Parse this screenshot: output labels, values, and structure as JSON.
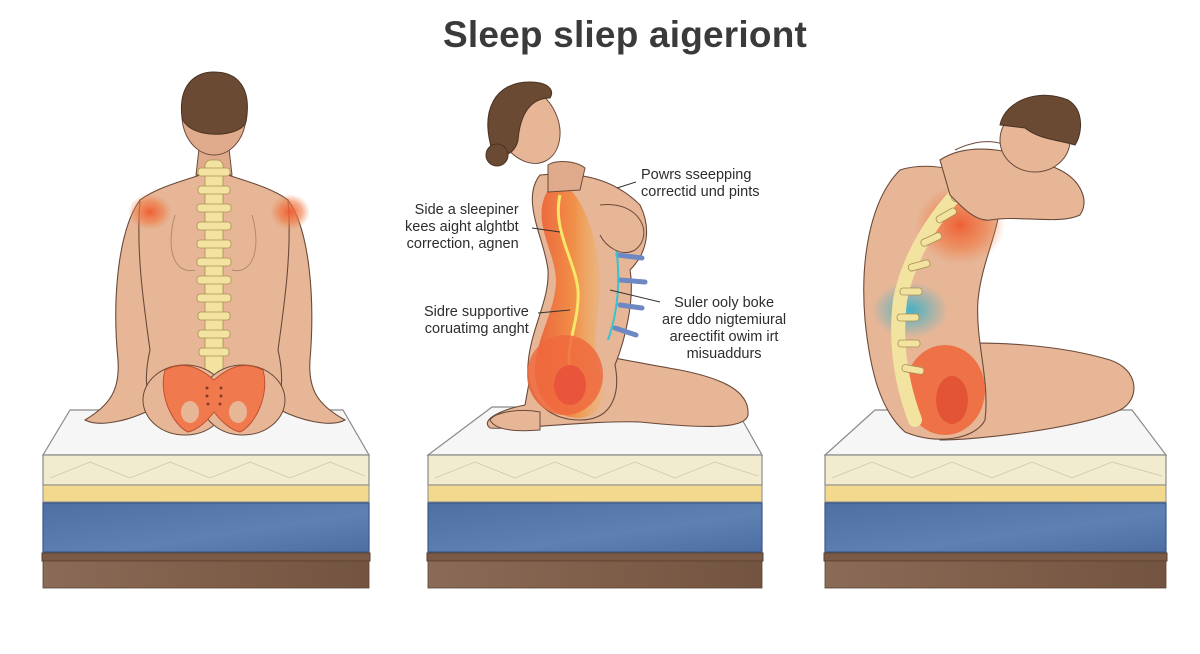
{
  "title": "Sleep sliep aigeriont",
  "panels": [
    {
      "name": "back-view-figure",
      "mattress": "layered-mattress"
    },
    {
      "name": "side-view-figure",
      "mattress": "layered-mattress"
    },
    {
      "name": "hunched-figure",
      "mattress": "layered-mattress"
    }
  ],
  "annotations": {
    "side_sleeper": [
      "Side a sleepiner",
      "kees aight alghtbt",
      "correction, agnen"
    ],
    "powers_sleeping": [
      "Powrs sseepping",
      "correctid und pints"
    ],
    "side_supportive": [
      "Sidre supportive",
      "coruatimg anght"
    ],
    "suler_only": [
      "Suler ooly boke",
      "are ddo nigtemiural",
      "areectifit owim irt",
      "misuaddurs"
    ]
  },
  "colors": {
    "skin": "#e6b697",
    "skin_shade": "#d9a17f",
    "hair": "#6b4a33",
    "spine": "#f3e3a0",
    "inflammation": "#ef6a3e",
    "relief_blue": "#4fb3c9",
    "mattress_top": "#f4f5f4",
    "mattress_cream": "#f1ebcf",
    "mattress_yellow": "#f2d98e",
    "mattress_blue": "#5577aa",
    "mattress_brown": "#7d5c48"
  }
}
